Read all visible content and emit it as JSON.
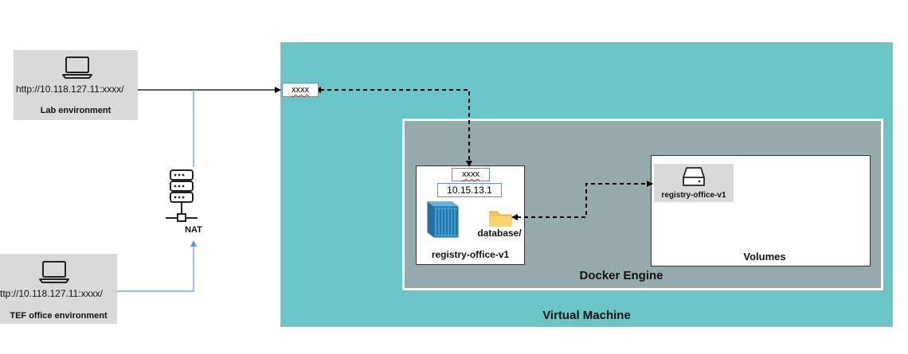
{
  "virtual_machine": {
    "label": "Virtual Machine",
    "bg": "#6ac5c7"
  },
  "docker_engine": {
    "label": "Docker Engine",
    "bg": "#95abab"
  },
  "vm_port": {
    "label": "xxxx"
  },
  "container": {
    "port": "xxxx",
    "ip": "10.15.13.1",
    "label": "registry-office-v1",
    "folder_label": "database/"
  },
  "volumes": {
    "label": "Volumes",
    "item_label": "registry-office-v1"
  },
  "lab": {
    "url": "http://10.118.127.11:xxxx/",
    "label": "Lab environment"
  },
  "tef": {
    "url": "ttp://10.118.127.11:xxxx/",
    "label": "TEF office environment"
  },
  "nat": {
    "label": "NAT"
  },
  "icons": [
    "laptop-icon",
    "server-icon",
    "docker-container-icon",
    "folder-icon",
    "storage-drive-icon"
  ]
}
